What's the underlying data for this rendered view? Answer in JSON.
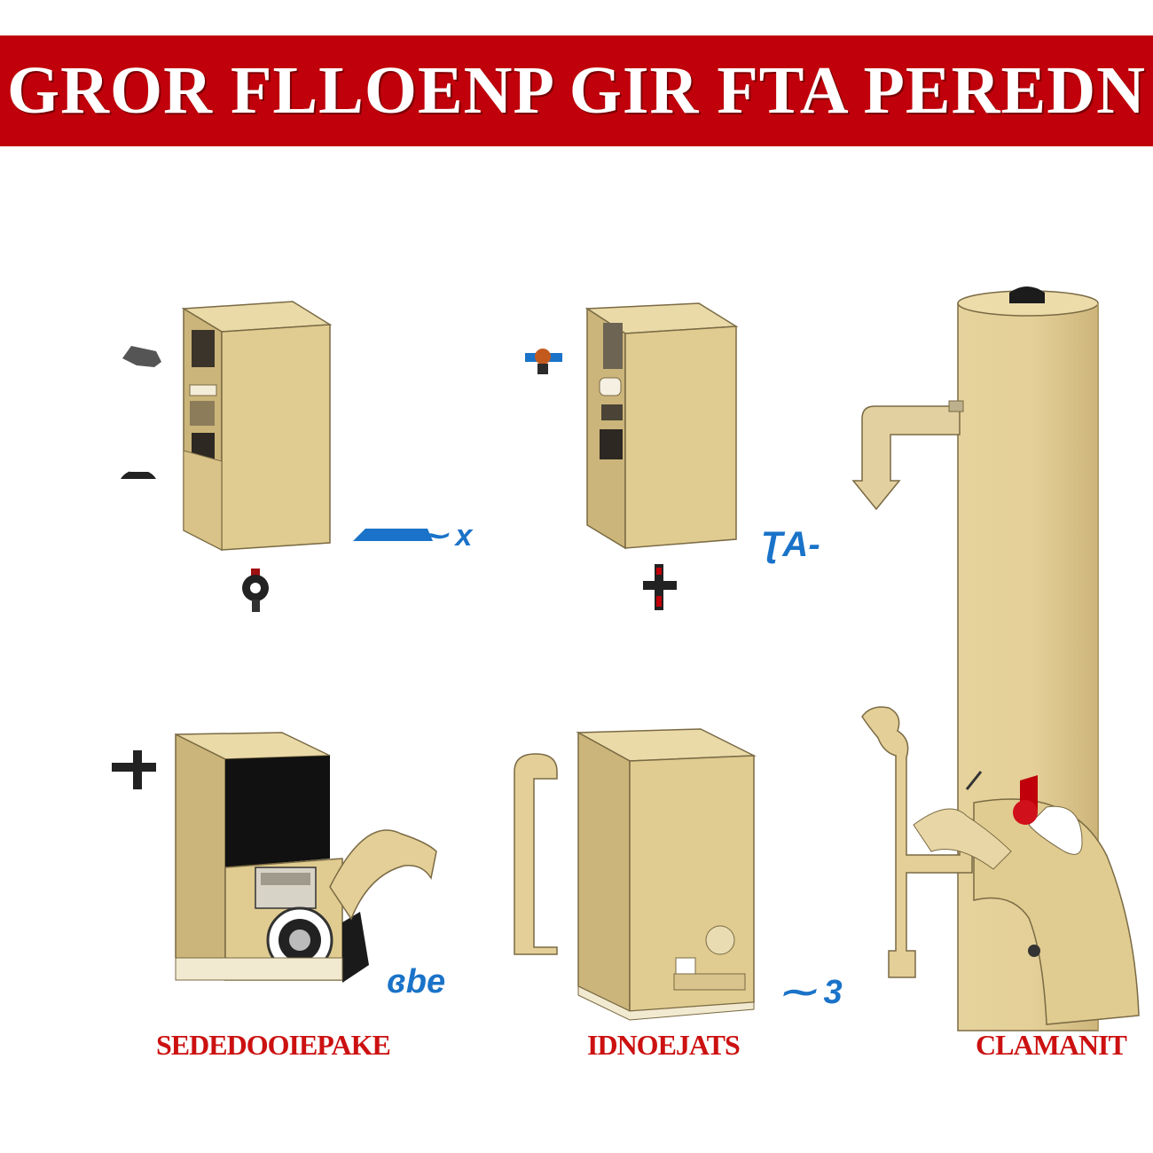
{
  "header": {
    "title": "GROR FLLOENP GIR FTA PEREDN"
  },
  "labels": {
    "blue_1": "⁓ x",
    "blue_2": "ƮA-",
    "blue_3": "ɞbe",
    "blue_4": "⁓ 3"
  },
  "captions": {
    "left": "SEDEDOOIEPAKE",
    "middle": "IDNOEJATS",
    "right": "CLAMANIT"
  },
  "colors": {
    "banner": "#c0000a",
    "unit_fill": "#e0cc90",
    "unit_side": "#cbb57a",
    "outline": "#7a6a44",
    "caption": "#cc1111",
    "label_blue": "#1a73c8"
  }
}
